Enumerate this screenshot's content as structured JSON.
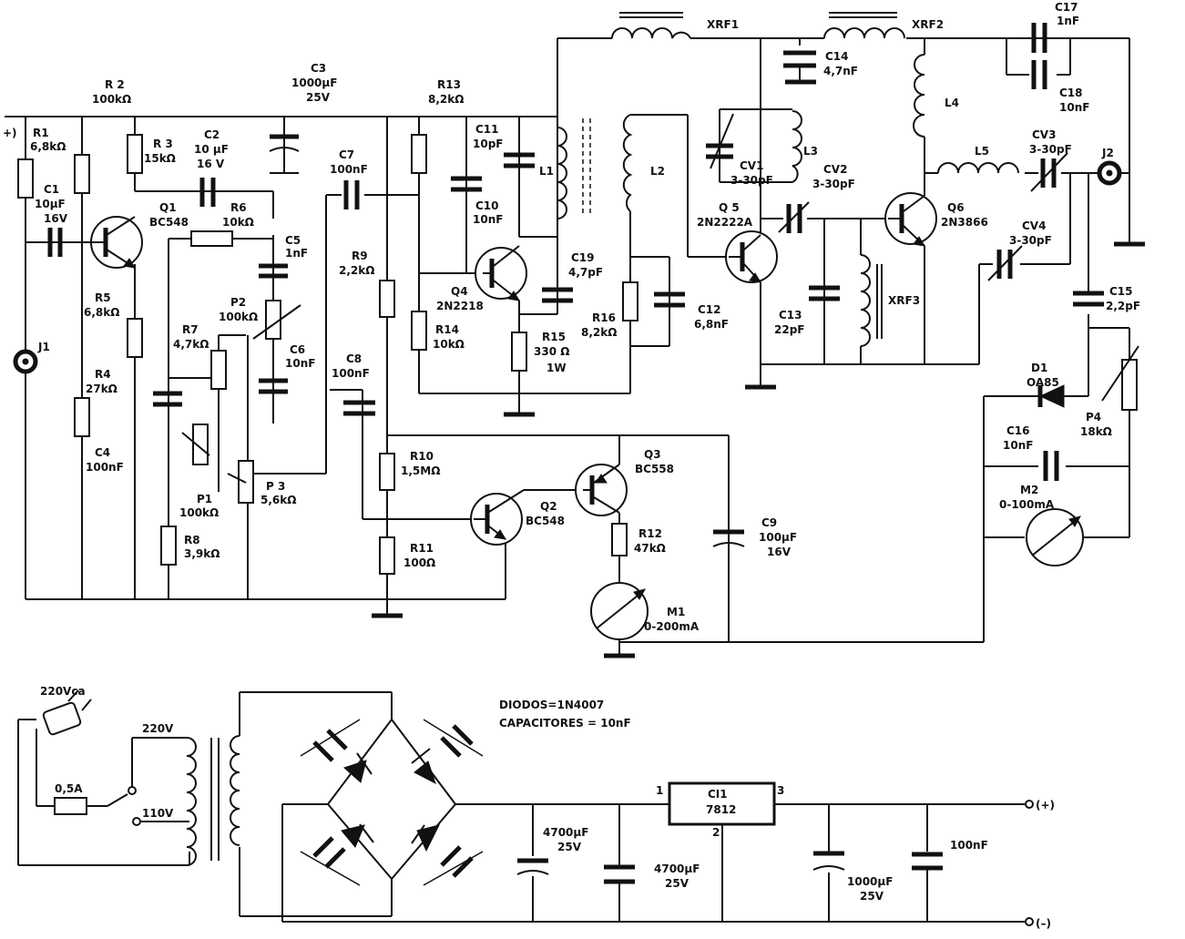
{
  "labels": {
    "plus_in": "+)",
    "J1": "J1",
    "J2": "J2",
    "R1": "R1",
    "R1v": "6,8kΩ",
    "C1": "C1",
    "C1v": "10µF",
    "C1w": "16V",
    "R2": "R 2",
    "R2v": "100kΩ",
    "R3": "R 3",
    "R3v": "15kΩ",
    "C2": "C2",
    "C2v": "10 µF",
    "C2w": "16 V",
    "C3": "C3",
    "C3v": "1000µF",
    "C3w": "25V",
    "Q1": "Q1",
    "Q1t": "BC548",
    "R6": "R6",
    "R6v": "10kΩ",
    "C5": "C5",
    "C5v": "1nF",
    "R5": "R5",
    "R5v": "6,8kΩ",
    "P2": "P2",
    "P2v": "100kΩ",
    "R7": "R7",
    "R7v": "4,7kΩ",
    "C6": "C6",
    "C6v": "10nF",
    "R4": "R4",
    "R4v": "27kΩ",
    "C4": "C4",
    "C4v": "100nF",
    "P1": "P1",
    "P1v": "100kΩ",
    "P3": "P 3",
    "P3v": "5,6kΩ",
    "R8": "R8",
    "R8v": "3,9kΩ",
    "C7": "C7",
    "C7v": "100nF",
    "C8": "C8",
    "C8v": "100nF",
    "R9": "R9",
    "R9v": "2,2kΩ",
    "R10": "R10",
    "R10v": "1,5MΩ",
    "R11": "R11",
    "R11v": "100Ω",
    "Q2": "Q2",
    "Q2t": "BC548",
    "Q3": "Q3",
    "Q3t": "BC558",
    "R12": "R12",
    "R12v": "47kΩ",
    "C9": "C9",
    "C9v": "100µF",
    "C9w": "16V",
    "M1": "M1",
    "M1v": "0-200mA",
    "R13": "R13",
    "R13v": "8,2kΩ",
    "C11": "C11",
    "C11v": "10pF",
    "C10": "C10",
    "C10v": "10nF",
    "L1": "L1",
    "L2": "L2",
    "Q4": "Q4",
    "Q4t": "2N2218",
    "R14": "R14",
    "R14v": "10kΩ",
    "C19": "C19",
    "C19v": "4,7pF",
    "R15": "R15",
    "R15v": "330 Ω",
    "R15w": "1W",
    "R16": "R16",
    "R16v": "8,2kΩ",
    "C12": "C12",
    "C12v": "6,8nF",
    "XRF1": "XRF1",
    "XRF2": "XRF2",
    "XRF3": "XRF3",
    "C14": "C14",
    "C14v": "4,7nF",
    "CV1": "CV1",
    "CV1v": "3-30pF",
    "L3": "L3",
    "L4": "L4",
    "L5": "L5",
    "CV2": "CV2",
    "CV2v": "3-30pF",
    "Q5": "Q 5",
    "Q5t": "2N2222A",
    "Q6": "Q6",
    "Q6t": "2N3866",
    "C13": "C13",
    "C13v": "22pF",
    "C17": "C17",
    "C17v": "1nF",
    "C18": "C18",
    "C18v": "10nF",
    "CV3": "CV3",
    "CV3v": "3-30pF",
    "CV4": "CV4",
    "CV4v": "3-30pF",
    "C15": "C15",
    "C15v": "2,2pF",
    "D1": "D1",
    "D1t": "OA85",
    "P4": "P4",
    "P4v": "18kΩ",
    "C16": "C16",
    "C16v": "10nF",
    "M2": "M2",
    "M2v": "0-100mA",
    "mains": "220Vca",
    "tap220": "220V",
    "tap110": "110V",
    "fuse": "0,5A",
    "diodes_note": "DIODOS=1N4007",
    "caps_note": "CAPACITORES = 10nF",
    "cap_a": "4700µF",
    "cap_aw": "25V",
    "cap_b": "4700µF",
    "cap_bw": "25V",
    "ci1": "CI1",
    "ci1t": "7812",
    "pin1": "1",
    "pin2": "2",
    "pin3": "3",
    "cap_c": "1000µF",
    "cap_cw": "25V",
    "cap_d": "100nF",
    "out_plus": "(+)",
    "out_minus": "(–)"
  }
}
